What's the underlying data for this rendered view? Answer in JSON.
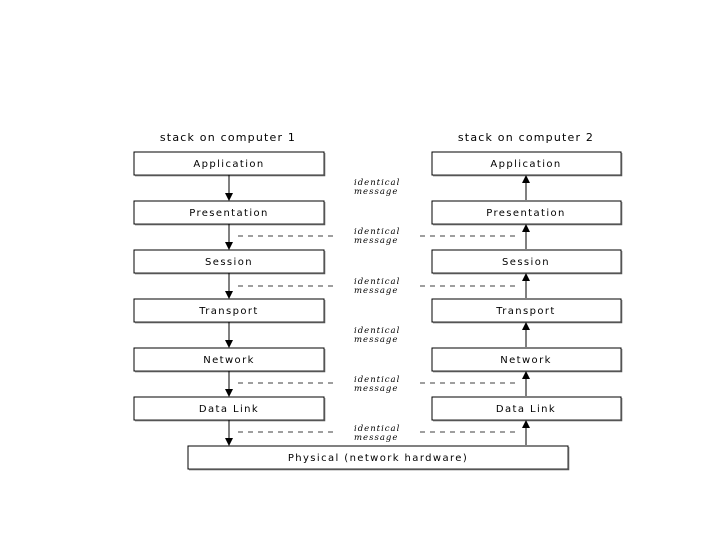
{
  "stacks": [
    {
      "title": "stack on computer 1"
    },
    {
      "title": "stack on computer 2"
    }
  ],
  "layers": [
    {
      "label": "Application"
    },
    {
      "label": "Presentation"
    },
    {
      "label": "Session"
    },
    {
      "label": "Transport"
    },
    {
      "label": "Network"
    },
    {
      "label": "Data Link"
    }
  ],
  "physical": {
    "label": "Physical (network hardware)"
  },
  "messages": [
    {
      "line1": "identical",
      "line2": "message"
    },
    {
      "line1": "identical",
      "line2": "message"
    },
    {
      "line1": "identical",
      "line2": "message"
    },
    {
      "line1": "identical",
      "line2": "message"
    },
    {
      "line1": "identical",
      "line2": "message"
    },
    {
      "line1": "identical",
      "line2": "message"
    }
  ]
}
